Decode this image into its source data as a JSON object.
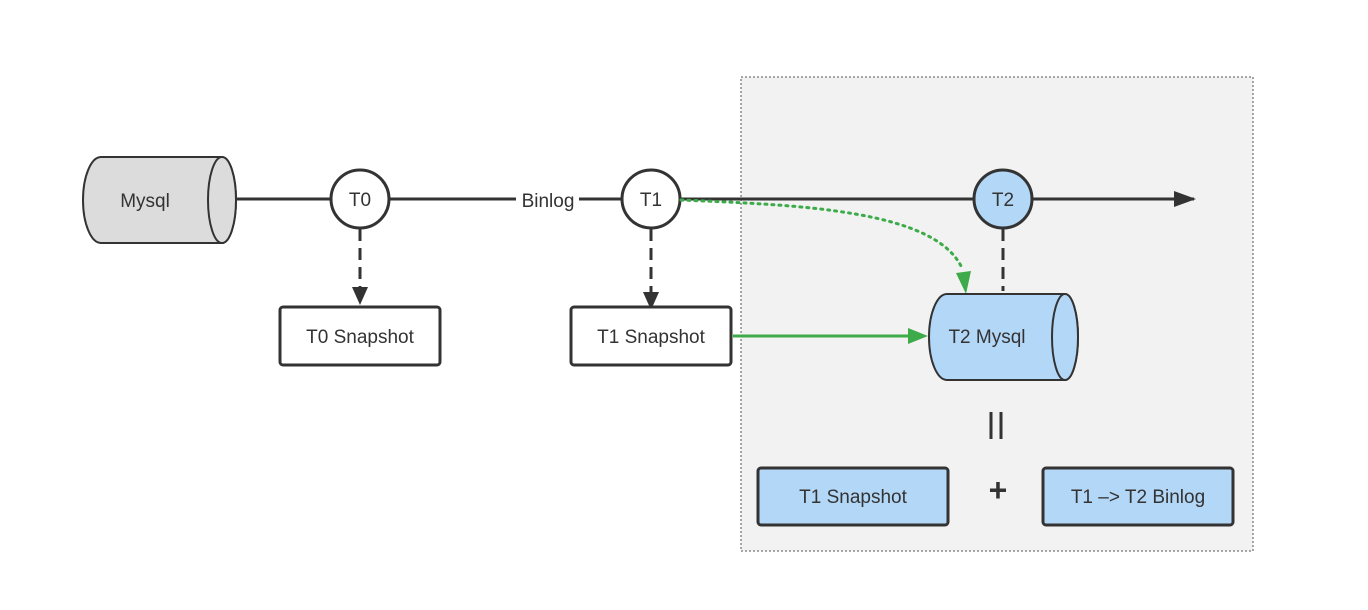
{
  "colors": {
    "stroke": "#333333",
    "db_fill": "#dcdcdc",
    "blue_fill": "#b3d7f7",
    "green": "#3dab4a",
    "panel_fill": "#f2f2f2",
    "panel_border": "#8a8a8a"
  },
  "nodes": {
    "mysql": "Mysql",
    "t0": "T0",
    "binlog": "Binlog",
    "t1": "T1",
    "t2": "T2",
    "t0_snapshot": "T0 Snapshot",
    "t1_snapshot": "T1 Snapshot",
    "t2_mysql": "T2 Mysql"
  },
  "panel": {
    "equals": "||",
    "left_box": "T1 Snapshot",
    "plus": "+",
    "right_box": "T1 –> T2 Binlog"
  }
}
